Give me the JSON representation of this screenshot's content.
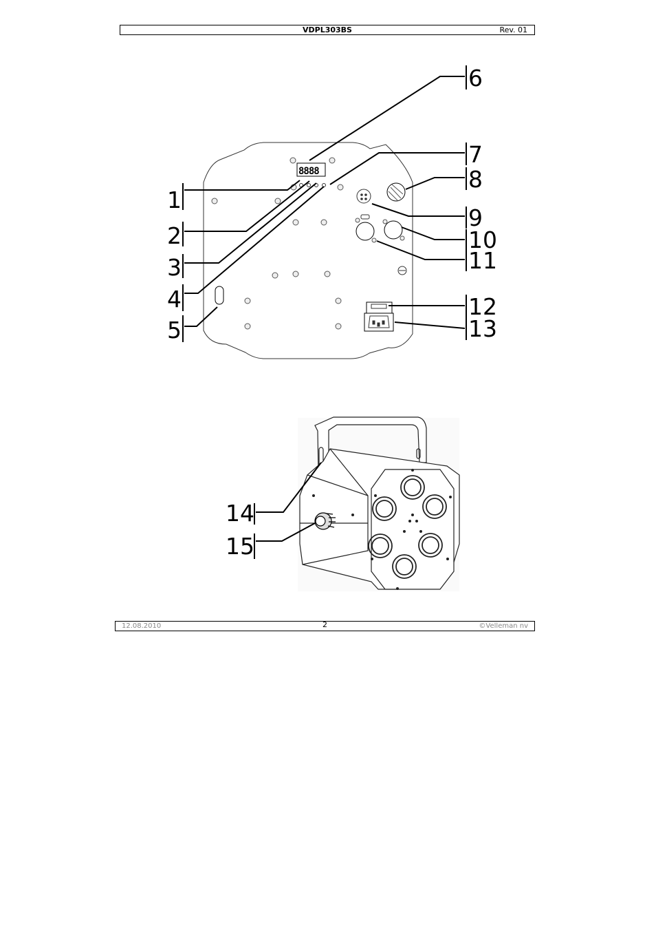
{
  "header": {
    "title": "VDPL303BS",
    "revision": "Rev. 01"
  },
  "figure_rear": {
    "display_digits": "8888",
    "callouts": [
      "1",
      "2",
      "3",
      "4",
      "5",
      "6",
      "7",
      "8",
      "9",
      "10",
      "11",
      "12",
      "13"
    ]
  },
  "figure_side": {
    "callouts": [
      "14",
      "15"
    ]
  },
  "footer": {
    "date": "12.08.2010",
    "page": "2",
    "copyright": "©Velleman nv"
  }
}
